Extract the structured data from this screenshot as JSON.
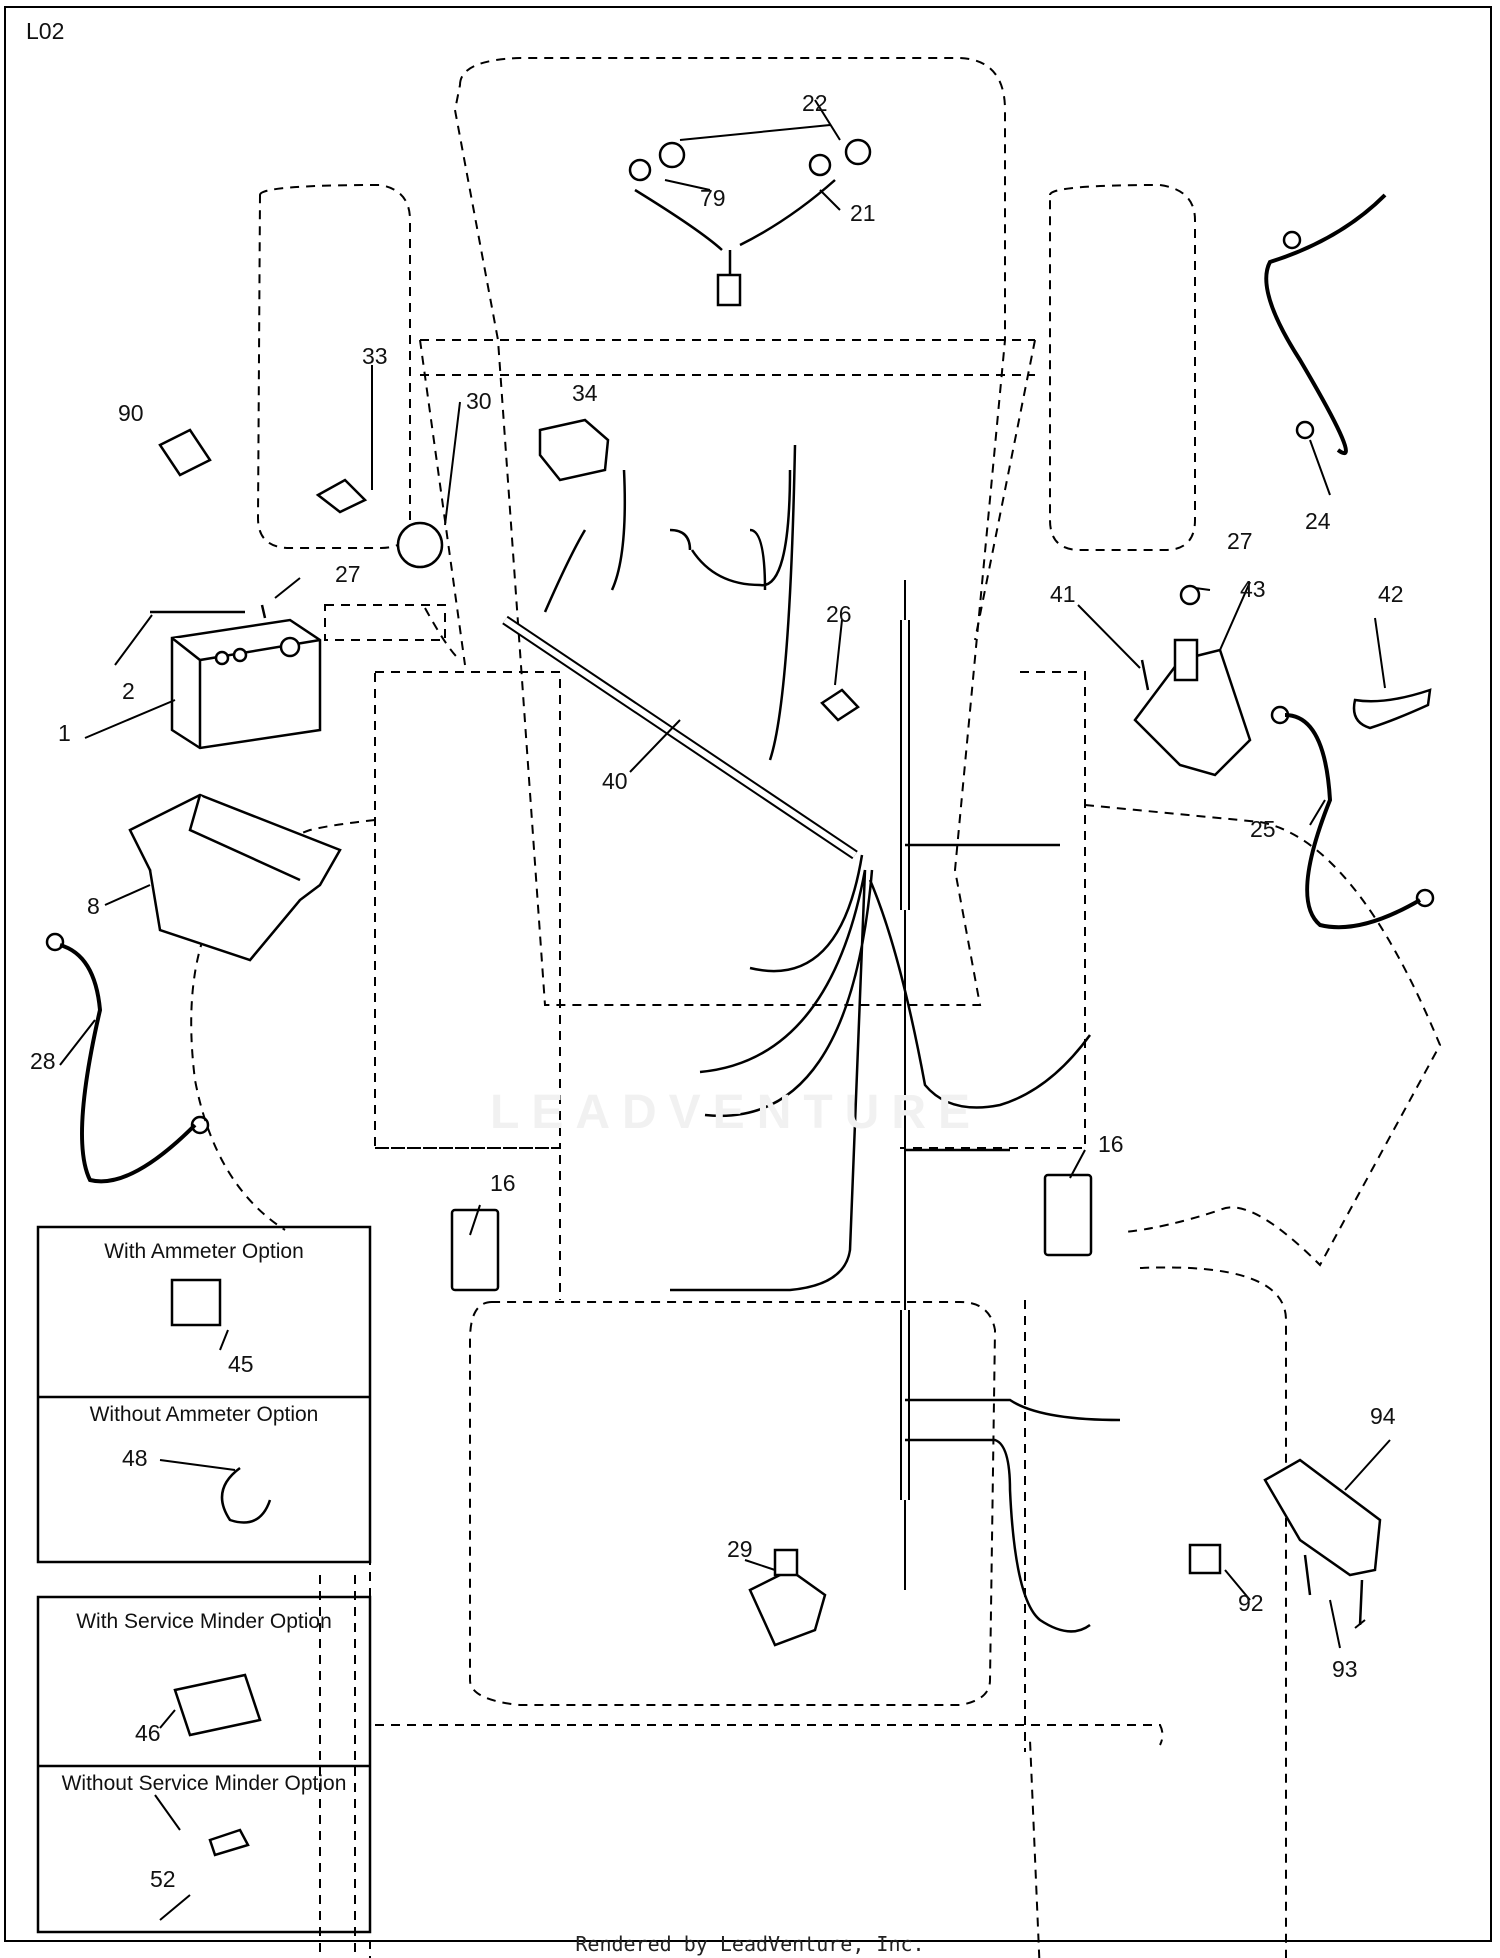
{
  "sheet_id": "L02",
  "footer": "Rendered by LeadVenture, Inc.",
  "watermark": "LEADVENTURE",
  "callouts": {
    "p1": "1",
    "p2": "2",
    "p8": "8",
    "p16a": "16",
    "p16b": "16",
    "p21": "21",
    "p22": "22",
    "p24": "24",
    "p25": "25",
    "p26": "26",
    "p27a": "27",
    "p27b": "27",
    "p28": "28",
    "p29": "29",
    "p30": "30",
    "p33": "33",
    "p34": "34",
    "p40": "40",
    "p41": "41",
    "p42": "42",
    "p43": "43",
    "p45": "45",
    "p46": "46",
    "p48": "48",
    "p52": "52",
    "p79": "79",
    "p90": "90",
    "p92": "92",
    "p93": "93",
    "p94": "94"
  },
  "options": {
    "ammeter": "With Ammeter Option",
    "no_ammeter": "Without Ammeter Option",
    "service_minder": "With Service Minder Option",
    "no_service_minder": "Without Service Minder Option"
  }
}
